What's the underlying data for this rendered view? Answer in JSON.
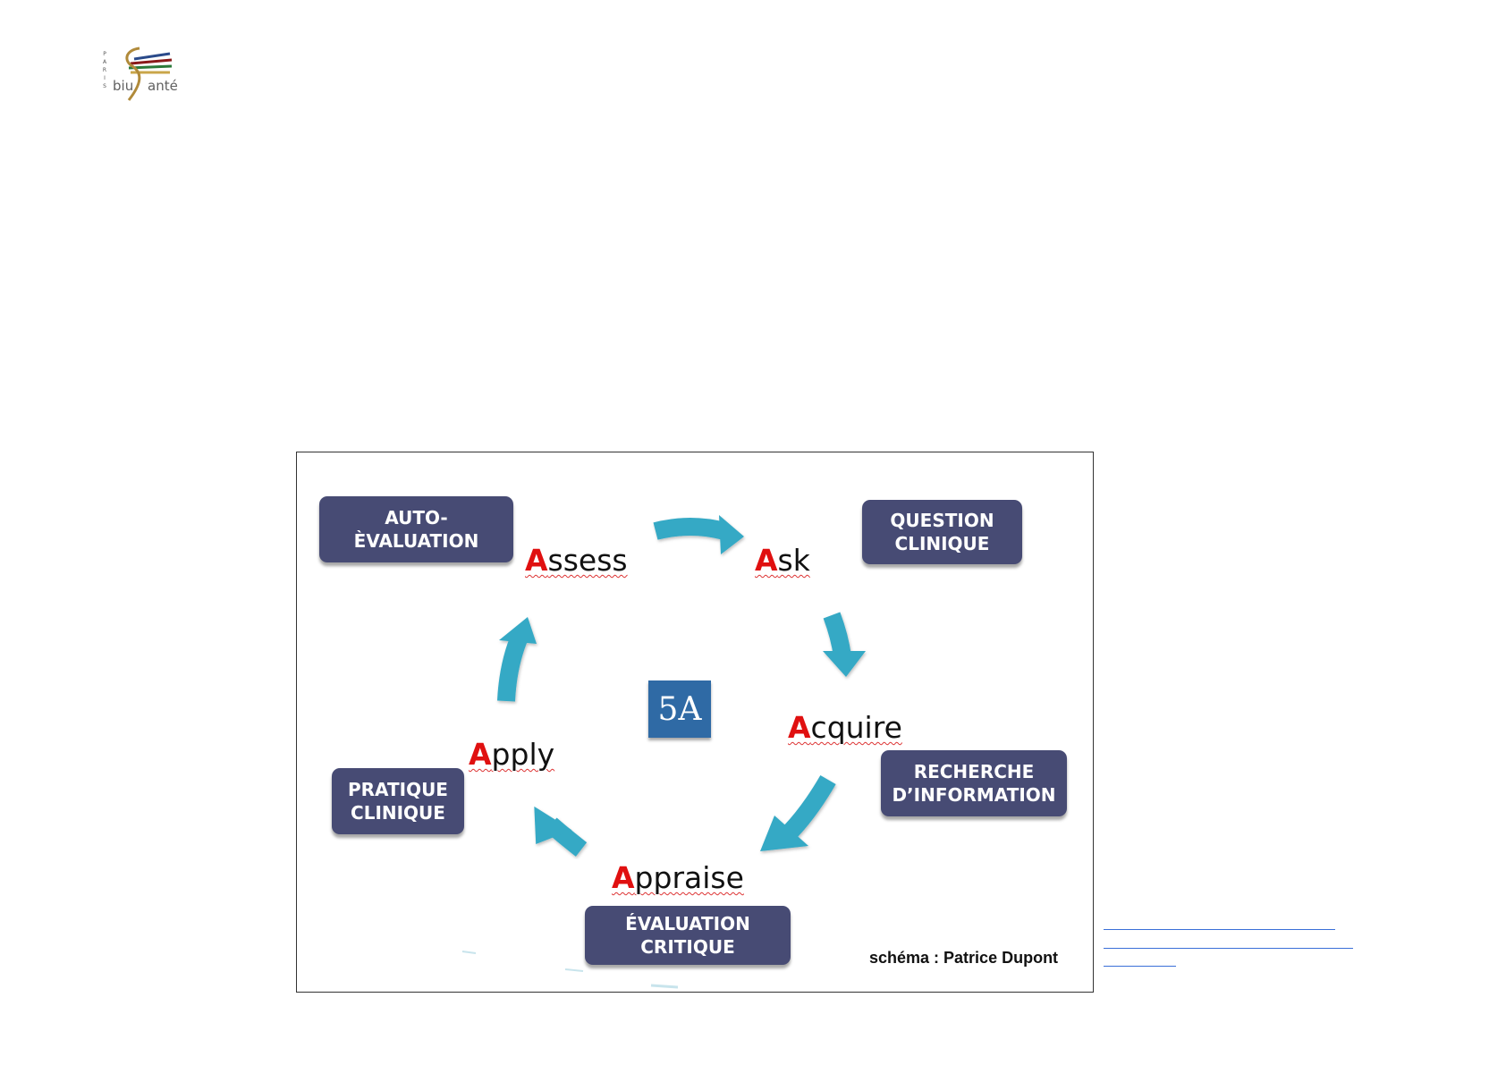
{
  "logo": {
    "name": "biu Santé",
    "paris_text": "PARIS",
    "biu_text": "biu",
    "ante_text": "anté"
  },
  "figure": {
    "center_label": "5A",
    "credit": "schéma : Patrice Dupont",
    "words": {
      "assess": {
        "first": "A",
        "rest": "ssess"
      },
      "ask": {
        "first": "A",
        "rest": "sk"
      },
      "acquire": {
        "first": "A",
        "rest": "cquire"
      },
      "appraise": {
        "first": "A",
        "rest": "ppraise"
      },
      "apply": {
        "first": "A",
        "rest": "pply"
      }
    },
    "boxes": {
      "auto_evaluation": {
        "line1": "AUTO-",
        "line2": "ÈVALUATION"
      },
      "question_clinique": {
        "line1": "QUESTION",
        "line2": "CLINIQUE"
      },
      "recherche_information": {
        "line1": "RECHERCHE",
        "line2": "D’INFORMATION"
      },
      "evaluation_critique": {
        "line1": "ÉVALUATION",
        "line2": "CRITIQUE"
      },
      "pratique_clinique": {
        "line1": "PRATIQUE",
        "line2": "CLINIQUE"
      }
    },
    "colors": {
      "box": "#474b74",
      "arrow": "#35a9c5",
      "highlight_letter": "#e01010",
      "badge": "#2f6aa5"
    }
  }
}
